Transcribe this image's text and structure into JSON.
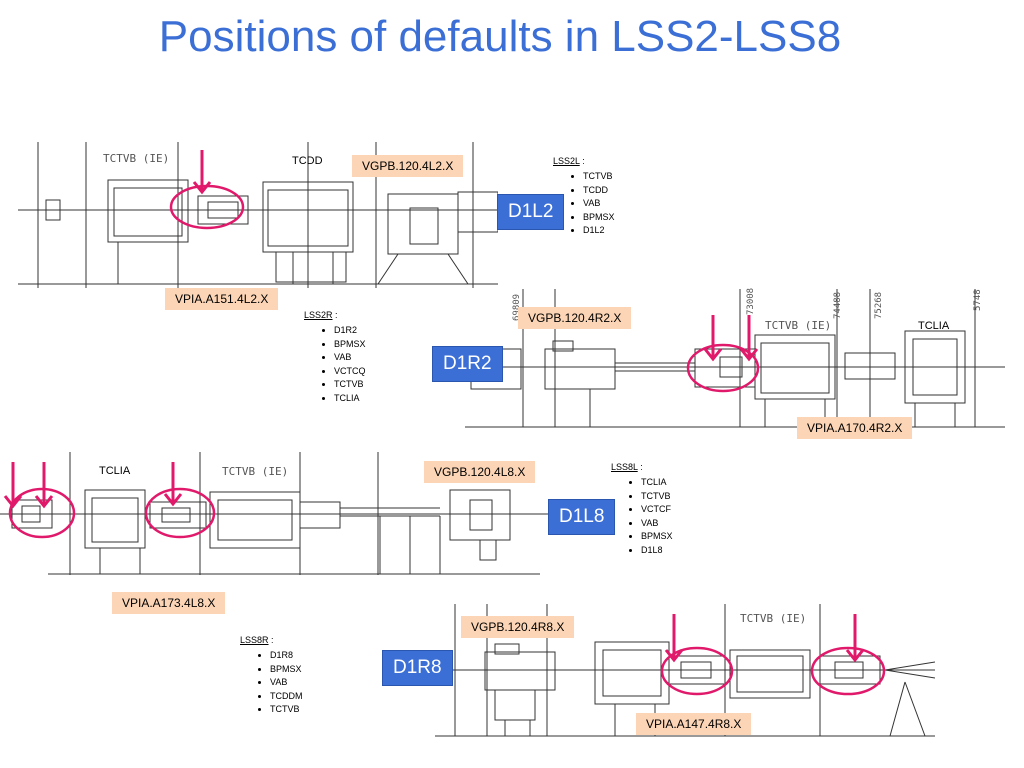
{
  "title": "Positions of defaults in LSS2-LSS8",
  "sections": [
    {
      "id_label": "D1L2",
      "vgpb": "VGPB.120.4L2.X",
      "vpia": "VPIA.A151.4L2.X",
      "drawing_text": [
        "TCTVB (IE)",
        "TCDD"
      ],
      "lss_header": "LSS2L",
      "lss_items": [
        "TCTVB",
        "TCDD",
        "VAB",
        "BPMSX",
        "D1L2"
      ]
    },
    {
      "id_label": "D1R2",
      "vgpb": "VGPB.120.4R2.X",
      "vpia": "VPIA.A170.4R2.X",
      "drawing_text": [
        "TCTVB (IE)",
        "TCLIA",
        "69809",
        "73008",
        "74488",
        "75268",
        "5748"
      ],
      "lss_header": "LSS2R",
      "lss_items": [
        "D1R2",
        "BPMSX",
        "VAB",
        "VCTCQ",
        "TCTVB",
        "TCLIA"
      ]
    },
    {
      "id_label": "D1L8",
      "vgpb": "VGPB.120.4L8.X",
      "vpia": "VPIA.A173.4L8.X",
      "drawing_text": [
        "TCTVB (IE)",
        "TCLIA"
      ],
      "lss_header": "LSS8L",
      "lss_items": [
        "TCLIA",
        "TCTVB",
        " VCTCF",
        "VAB",
        "BPMSX",
        "D1L8"
      ]
    },
    {
      "id_label": "D1R8",
      "vgpb": "VGPB.120.4R8.X",
      "vpia": "VPIA.A147.4R8.X",
      "drawing_text": [
        "TCTVB (IE)"
      ],
      "lss_header": "LSS8R",
      "lss_items": [
        "D1R8",
        "BPMSX",
        "VAB",
        "TCDDM",
        "TCTVB"
      ]
    }
  ],
  "colors": {
    "title": "#3b6fd6",
    "id_box": "#3b6fd6",
    "label_box": "#fbd5b5",
    "marker": "#e0196b"
  },
  "icons": [
    "down-arrow-marker",
    "ellipse-marker"
  ]
}
